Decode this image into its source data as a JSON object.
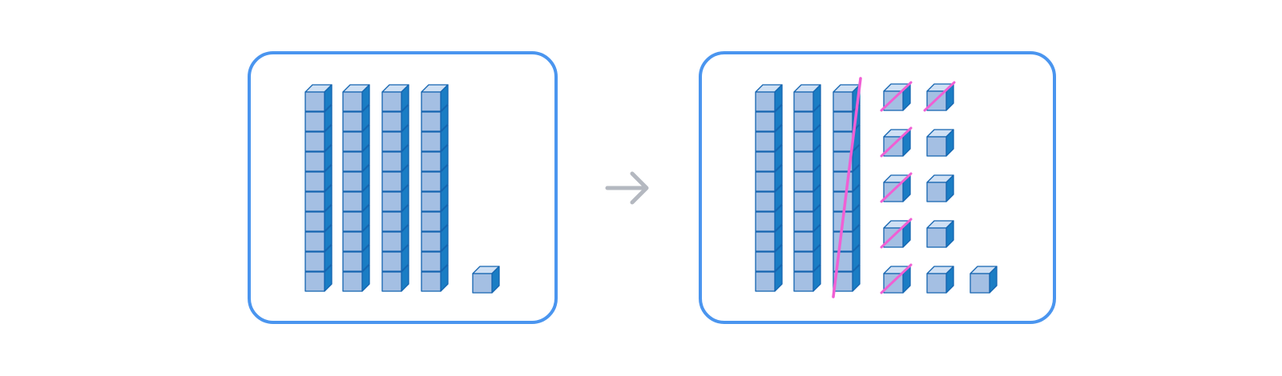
{
  "colors": {
    "frame": "#4a95ef",
    "cube_front": "#a4bfe3",
    "cube_top": "#cfe0f4",
    "cube_side": "#1a7dc4",
    "cube_stroke": "#1565b0",
    "strike": "#f05fd4",
    "arrow": "#b4b8c0"
  },
  "icons": {
    "arrow": "right-arrow-icon"
  },
  "before": {
    "tens_rods": 4,
    "ones_cubes": 1
  },
  "after": {
    "tens_rods": 3,
    "crossed_out_rods": 1,
    "ones_cubes": 11,
    "crossed_out_ones": 6
  }
}
